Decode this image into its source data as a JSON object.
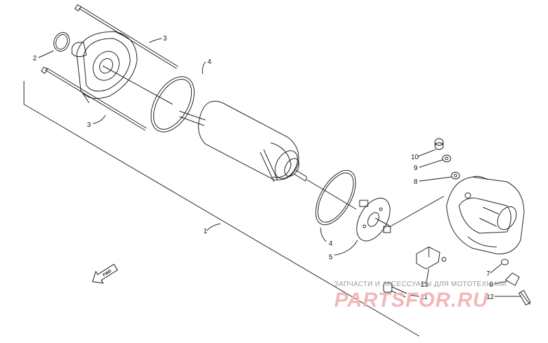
{
  "callouts": [
    "1",
    "2",
    "3",
    "3",
    "4",
    "4",
    "5",
    "6",
    "7",
    "8",
    "9",
    "10",
    "11",
    "12",
    "13"
  ],
  "fwd_label": "FWD",
  "watermark": {
    "line1": "ЗАПЧАСТИ И АКСЕССУАРЫ ДЛЯ МОТОТЕХНИКИ",
    "line2": "PARTSFOR.RU"
  },
  "colors": {
    "line": "#222222",
    "watermark_text": "#9a9a9a",
    "watermark_logo": "#f2b8b8"
  }
}
